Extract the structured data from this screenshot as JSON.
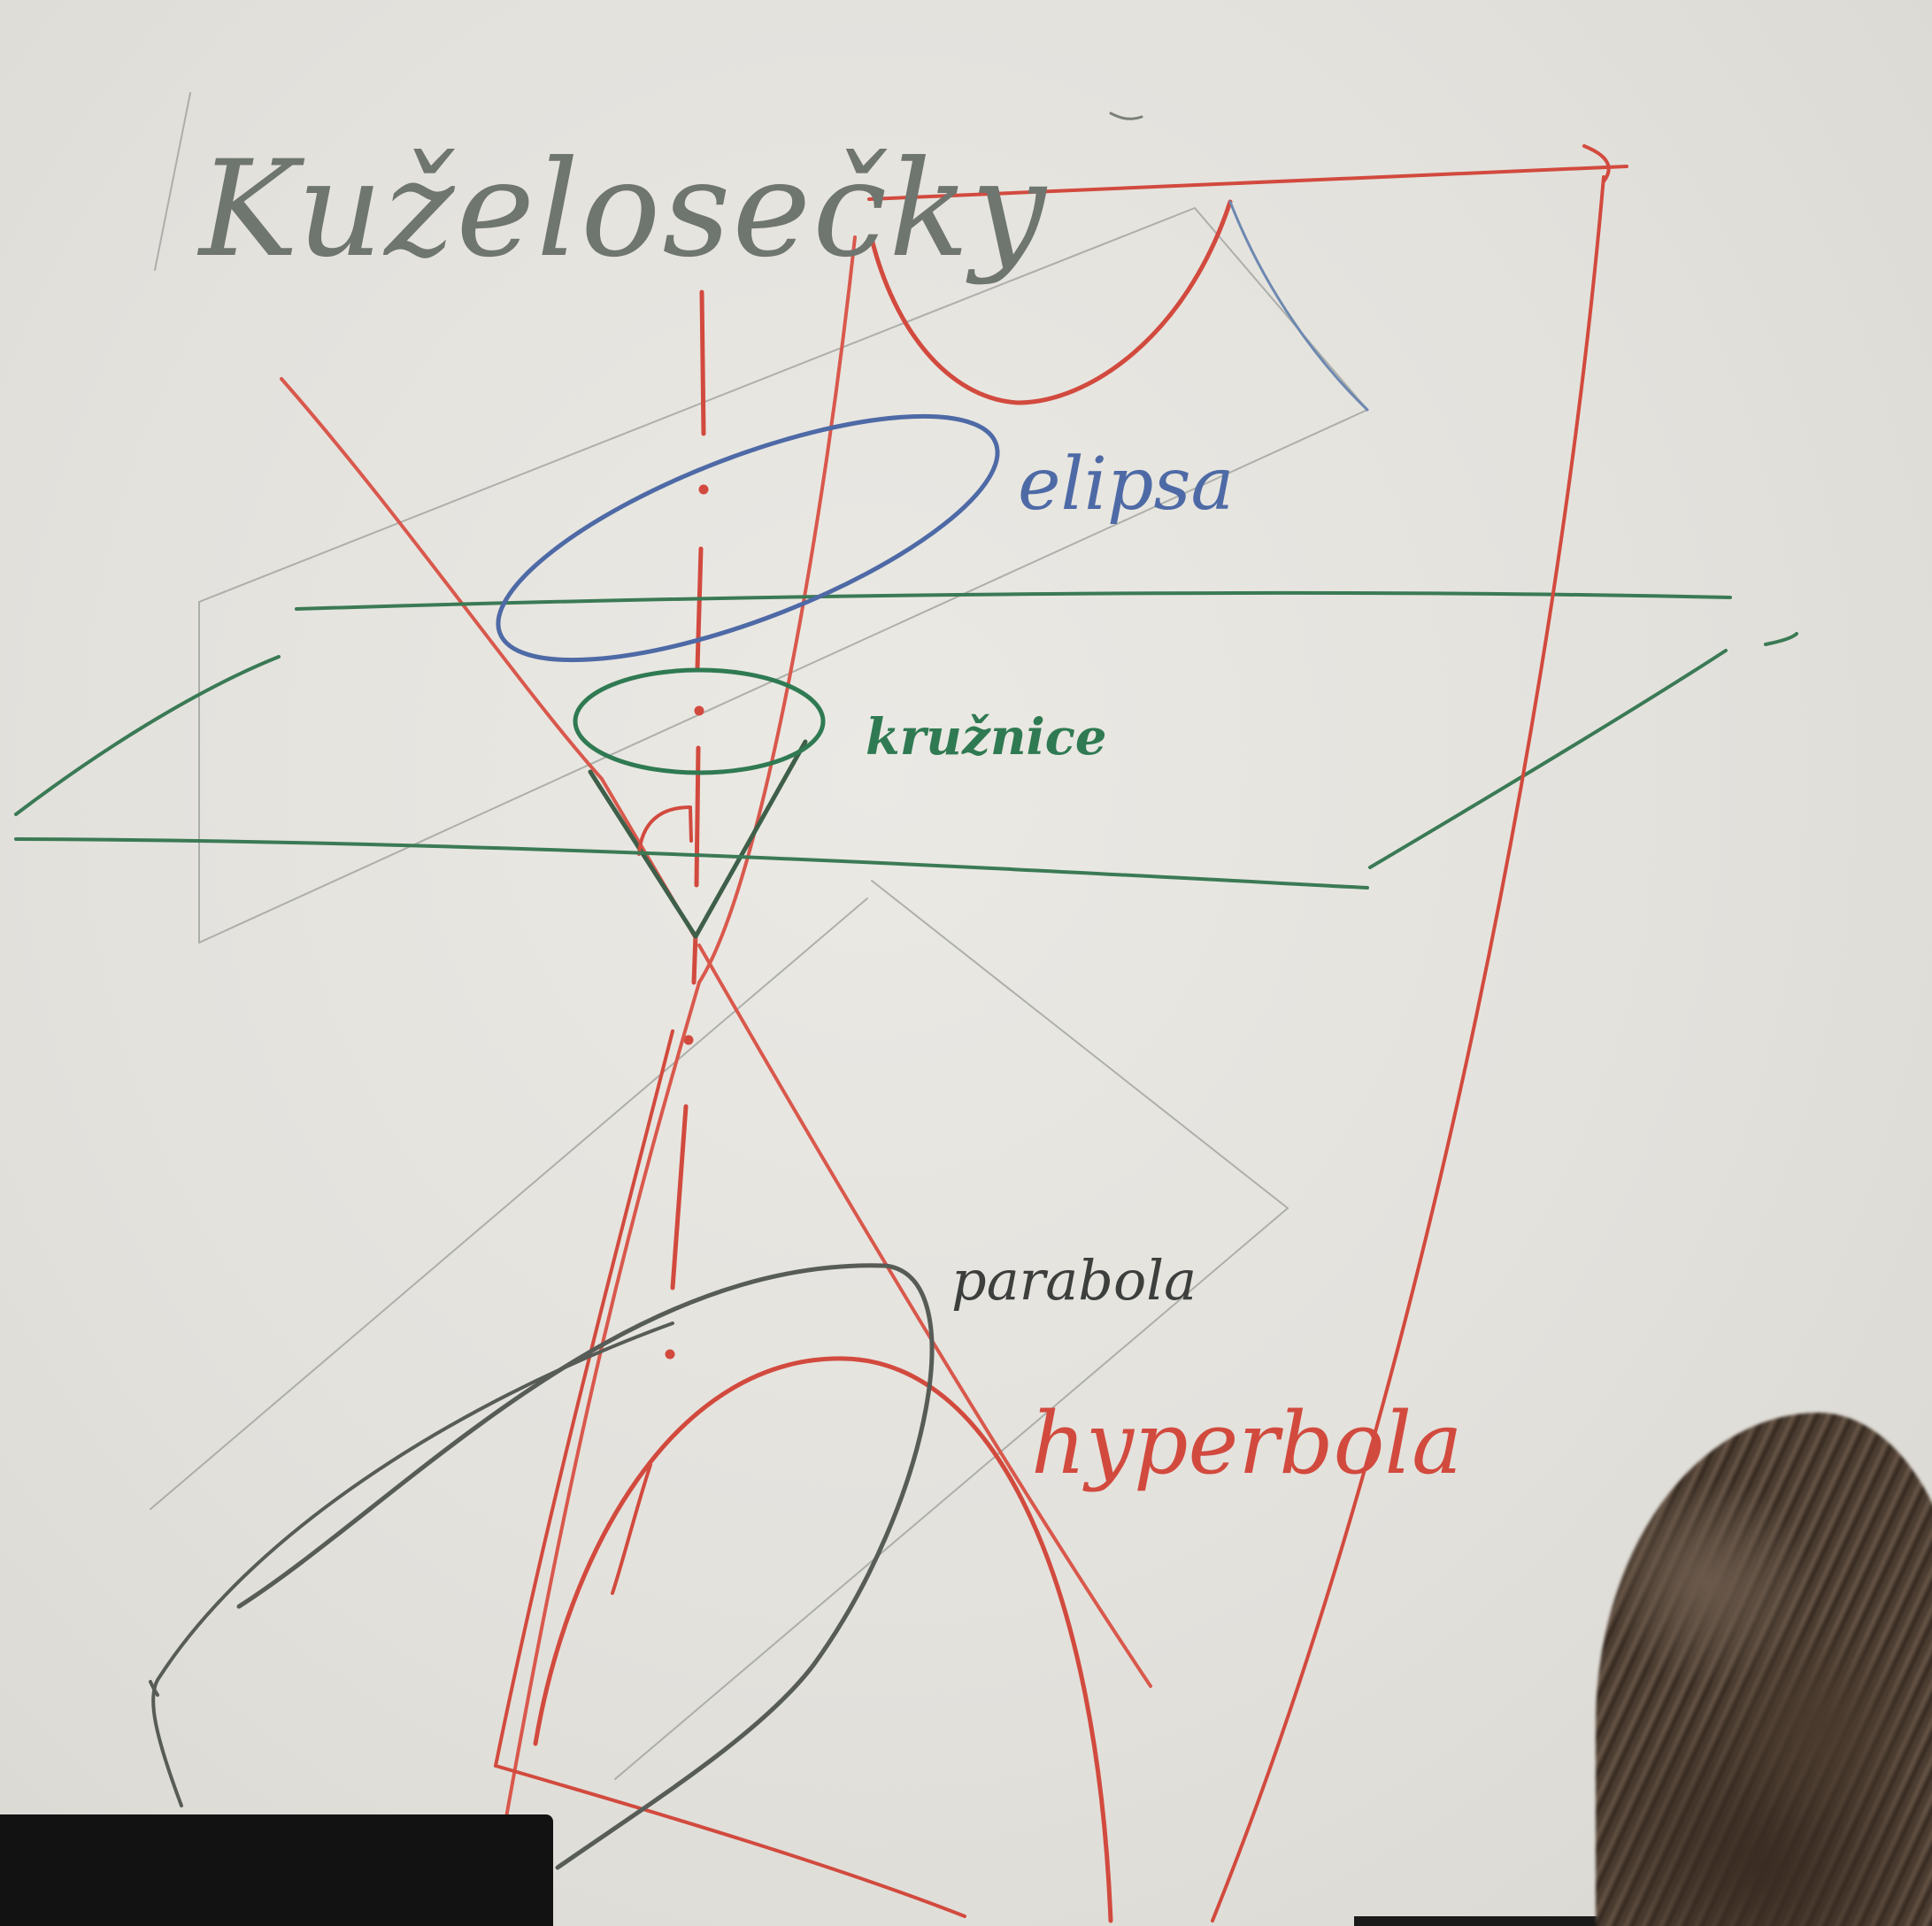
{
  "title": "Kuželosečky",
  "labels": {
    "elipsa": "elipsa",
    "kruznice": "kružnice",
    "parabola": "parabola",
    "hyperbola": "hyperbola"
  },
  "colors": {
    "board": "#e4e2dd",
    "title_gray": "#6f756f",
    "ellipse_blue": "#4e6aa6",
    "circle_green": "#2f7a52",
    "parabola_gray": "#3d3f3d",
    "hyperbola_red": "#d24a3e",
    "marker_red": "#d9584c"
  }
}
